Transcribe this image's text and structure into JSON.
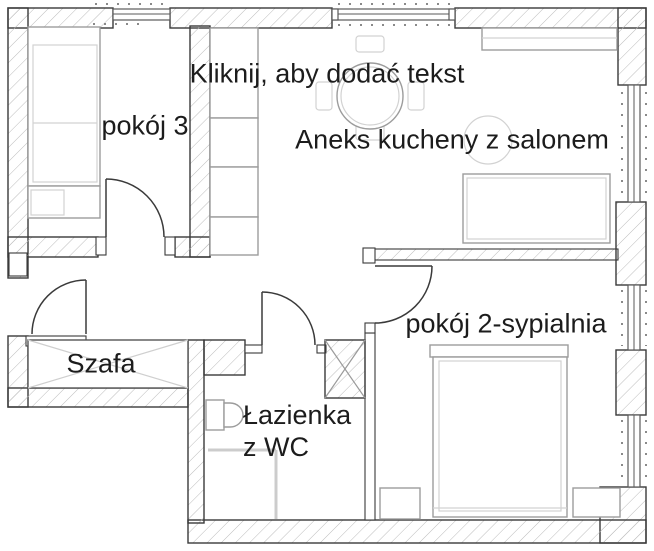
{
  "placeholder": {
    "label": "Kliknij, aby dodać tekst"
  },
  "rooms": {
    "kitchen_living": "Aneks kucheny z salonem",
    "room3": "pokój 3",
    "bedroom": "pokój 2-sypialnia",
    "wardrobe": "Szafa",
    "bathroom": {
      "line1": "Łazienka",
      "line2": "z WC"
    }
  },
  "colors": {
    "bg": "#ffffff",
    "wall": "#3a3a3a",
    "hatch": "#bcbcbc",
    "win": "#5a5a5a",
    "furn": "#9c9c9c",
    "furnlight": "#d2d2d2",
    "text": "#1c1c1c"
  }
}
